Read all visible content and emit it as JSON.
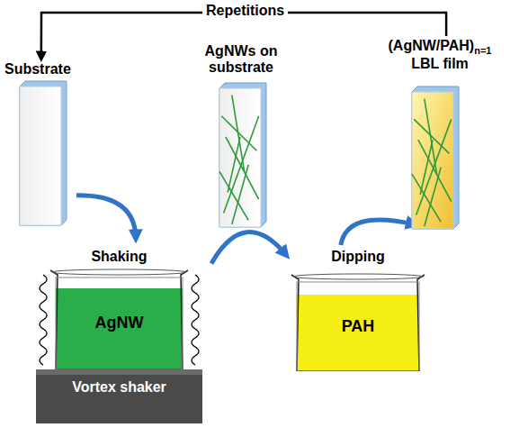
{
  "diagram": {
    "nodes": [
      {
        "text": [
          "Substrate"
        ]
      },
      {
        "text": [
          "AgNWs on substrate"
        ]
      },
      {
        "text": [
          "(AgNW/PAH)",
          "n=1",
          "LBL film"
        ]
      },
      {
        "text": [
          "Shaking",
          "AgNW"
        ]
      },
      {
        "text": [
          "Vortex shaker"
        ]
      },
      {
        "text": [
          "Dipping",
          "PAH"
        ]
      }
    ],
    "edges": [
      {
        "from": 0,
        "to": 3,
        "arrow": "to"
      },
      {
        "from": 3,
        "to": 5,
        "arrow": "to"
      },
      {
        "from": 5,
        "to": 2,
        "arrow": "to"
      },
      {
        "from": 2,
        "to": 0,
        "arrow": "to"
      }
    ],
    "labels": [
      "Repetitions"
    ]
  }
}
